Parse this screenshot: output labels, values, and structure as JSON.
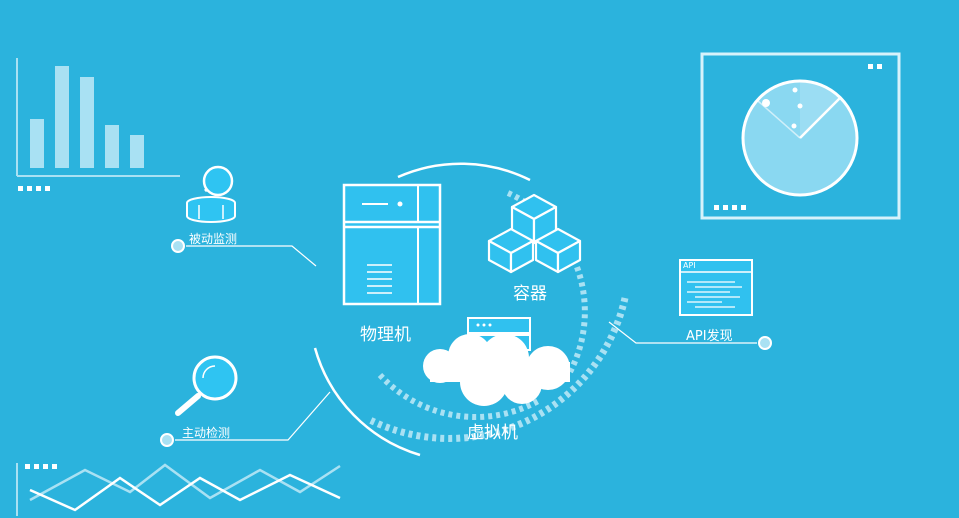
{
  "labels": {
    "passive_monitoring": "被动监测",
    "active_detection": "主动检测",
    "physical_machine": "物理机",
    "container": "容器",
    "virtual_machine": "虚拟机",
    "api_discovery": "API发现",
    "api_tag": "API"
  },
  "colors": {
    "background": "#2bb3dd",
    "line": "#ffffff",
    "panel_fill": "#30c1ef",
    "accent_light": "#a9e1f3"
  },
  "icons": {
    "bar_chart": "bar-chart-icon",
    "line_chart": "line-chart-icon",
    "radar": "radar-icon",
    "server": "server-icon",
    "containers": "cube-stack-icon",
    "cloud_server": "cloud-server-icon",
    "magnifier": "magnifier-icon",
    "api_document": "api-document-icon"
  }
}
